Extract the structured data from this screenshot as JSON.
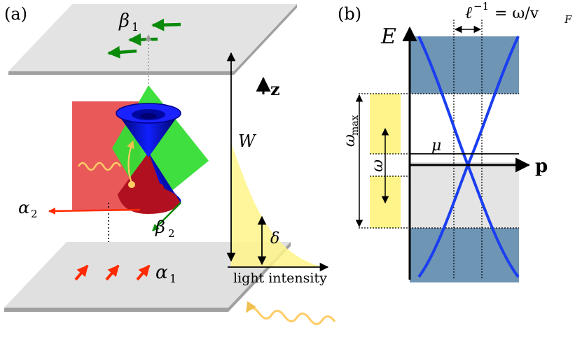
{
  "panel_a": {
    "label": "(a)",
    "beta1": "β",
    "beta1_sub": "1",
    "beta2": "β",
    "beta2_sub": "2",
    "alpha1": "α",
    "alpha1_sub": "1",
    "alpha2": "α",
    "alpha2_sub": "2",
    "z_axis": "z",
    "width_label": "W",
    "delta_label": "δ",
    "intensity_label": "light intensity"
  },
  "panel_b": {
    "label": "(b)",
    "energy_axis": "E",
    "momentum_axis": "p",
    "mfp_lhs": "ℓ",
    "mfp_exp": "−1",
    "mfp_rhs": "= ω/v",
    "mfp_sub": "F",
    "omega_max": "ω",
    "omega_max_sub": "max",
    "omega": "ω",
    "mu": "μ"
  },
  "colors": {
    "plate": "#e0e0e0",
    "plate_edge": "#9a9a9a",
    "green_arrow": "#0a8a0a",
    "red_arrow": "#ff2a00",
    "red_face": "#e84040",
    "green_face": "#33dd33",
    "blue_cone": "#0a10d8",
    "yellow": "#fff48a",
    "light_wave": "#ffcc66",
    "band_blue": "#6f95b5",
    "band_gray": "#e4e4e4",
    "dirac_line": "#1a3ef0"
  }
}
